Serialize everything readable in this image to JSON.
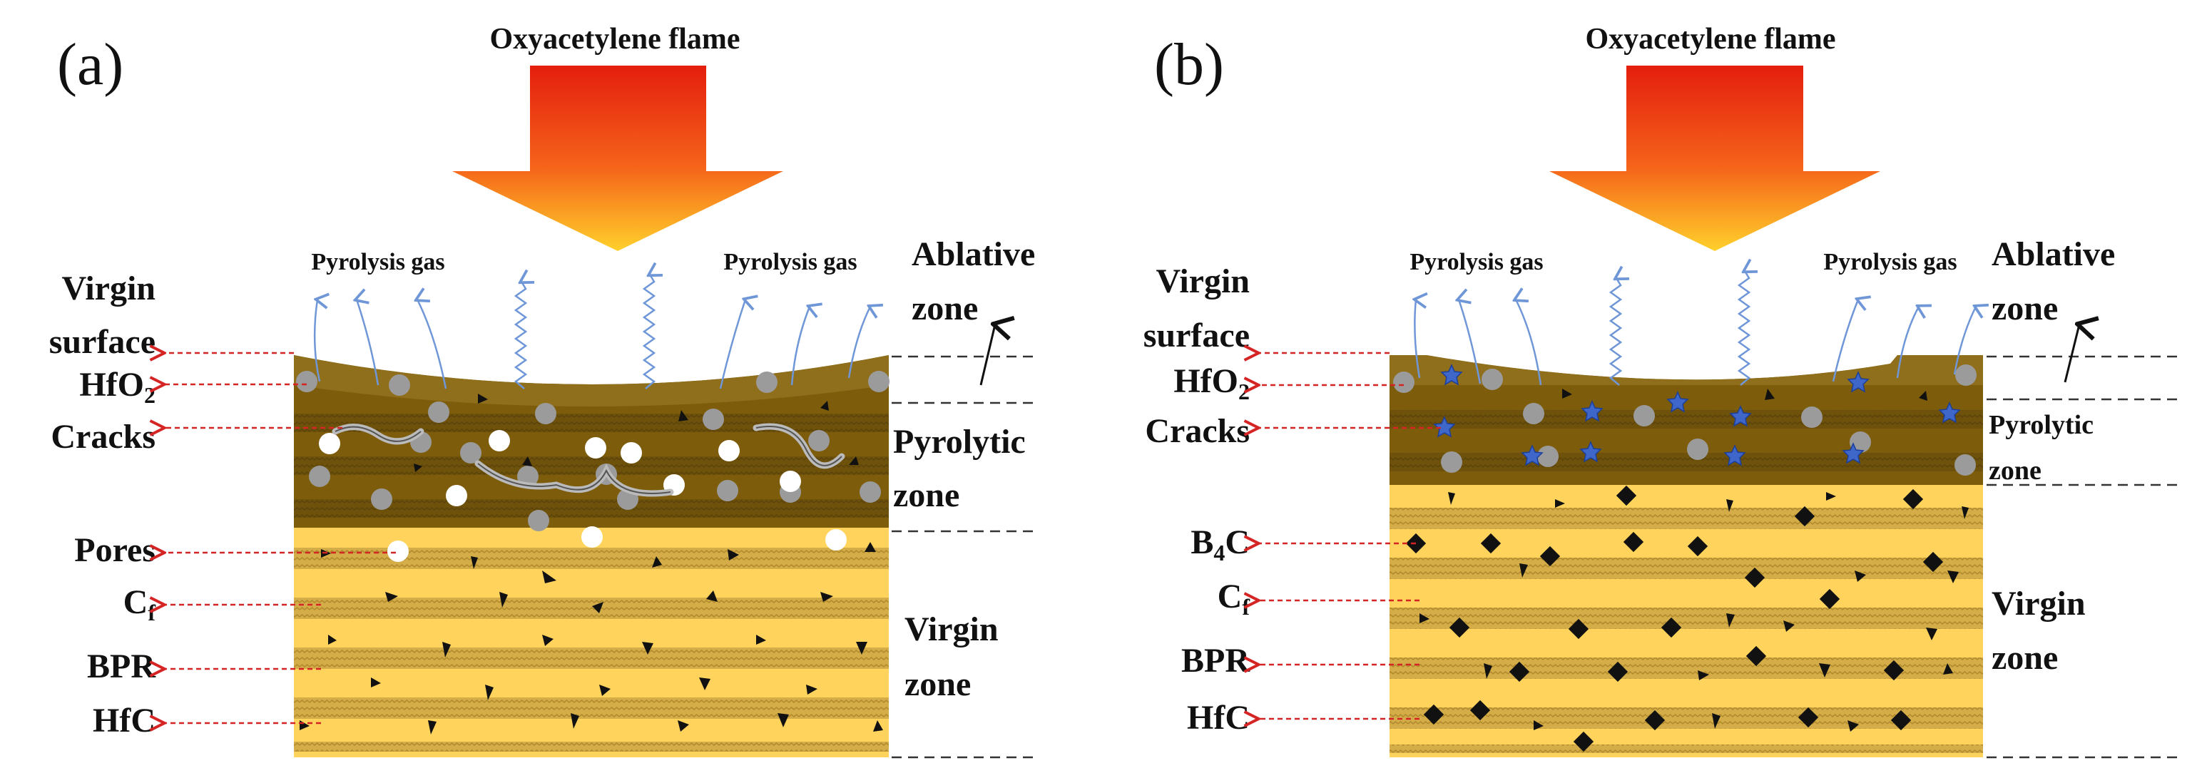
{
  "colors": {
    "layer_light": "#ffd35c",
    "layer_dark": "#c9a441",
    "pyrolytic": "#7d5d0c",
    "pyrolytic_stripe": "#8f6e1c",
    "flame_top": "#e41e0e",
    "flame_bottom": "#ffd02b",
    "gas": "#6f97d8",
    "arrow": "#d42424",
    "oxide": "#9b9b9b",
    "pore": "#ffffff",
    "star": "#3f66c9",
    "particle": "#111111"
  },
  "panels": [
    {
      "tag": "(a)",
      "flame_label": "Oxyacetylene flame",
      "gas_left": "Pyrolysis gas",
      "gas_right": "Pyrolysis gas",
      "left_labels": [
        {
          "line1": "Virgin",
          "line2": "surface"
        },
        {
          "main": "HfO",
          "sub": "2"
        },
        {
          "main": "Cracks"
        },
        {
          "main": "Pores"
        },
        {
          "main": "C",
          "sub": "f"
        },
        {
          "main": "BPR"
        },
        {
          "main": "HfC"
        }
      ],
      "zones": [
        {
          "line1": "Ablative",
          "line2": "zone"
        },
        {
          "line1": "Pyrolytic",
          "line2": "zone"
        },
        {
          "line1": "Virgin",
          "line2": "zone"
        }
      ]
    },
    {
      "tag": "(b)",
      "flame_label": "Oxyacetylene flame",
      "gas_left": "Pyrolysis gas",
      "gas_right": "Pyrolysis gas",
      "left_labels": [
        {
          "line1": "Virgin",
          "line2": "surface"
        },
        {
          "main": "HfO",
          "sub": "2"
        },
        {
          "main": "Cracks"
        },
        {
          "main": "B",
          "sub": "4",
          "tail": "C"
        },
        {
          "main": "C",
          "sub": "f"
        },
        {
          "main": "BPR"
        },
        {
          "main": "HfC"
        }
      ],
      "zones": [
        {
          "line1": "Ablative",
          "line2": "zone"
        },
        {
          "line1": "Pyrolytic",
          "line2": "zone"
        },
        {
          "line1": "Virgin",
          "line2": "zone"
        }
      ]
    }
  ]
}
